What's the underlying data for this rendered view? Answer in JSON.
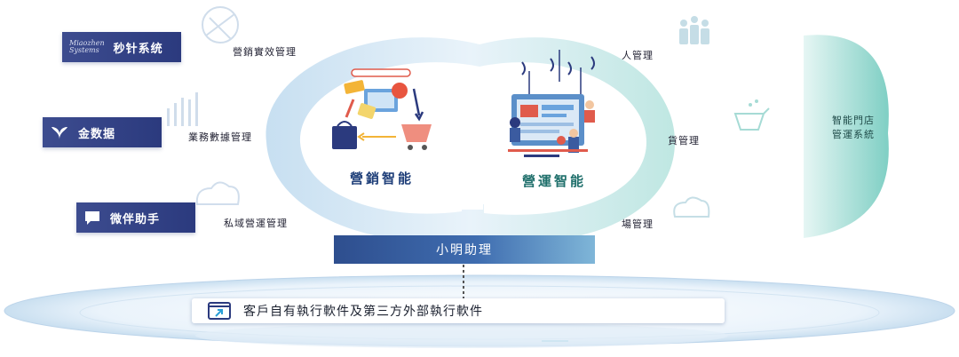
{
  "left_products": [
    {
      "name": "秒针系统",
      "logo_text": [
        "Miaozhen",
        "Systems"
      ],
      "icon": "miaozhen-logo",
      "sublabel": "營銷實效管理"
    },
    {
      "name": "金数据",
      "icon": "leaf-icon",
      "sublabel": "業務數據管理"
    },
    {
      "name": "微伴助手",
      "icon": "chat-bubble-icon",
      "sublabel": "私域營運管理"
    }
  ],
  "center": {
    "marketing_title": "營銷智能",
    "operations_title": "營運智能"
  },
  "right_items": [
    {
      "label": "人管理",
      "icon": "people-icon"
    },
    {
      "label": "貨管理",
      "icon": "basket-icon"
    },
    {
      "label": "場管理",
      "icon": "cloud-icon"
    }
  ],
  "store_system": {
    "line1": "智能門店",
    "line2": "管運系統"
  },
  "assistant_label": "小明助理",
  "execution_bar_label": "客戶自有執行軟件及第三方外部執行軟件",
  "colors": {
    "navy": "#2b3a7e",
    "teal": "#7fcfc4",
    "light_blue": "#cfe6f2"
  }
}
